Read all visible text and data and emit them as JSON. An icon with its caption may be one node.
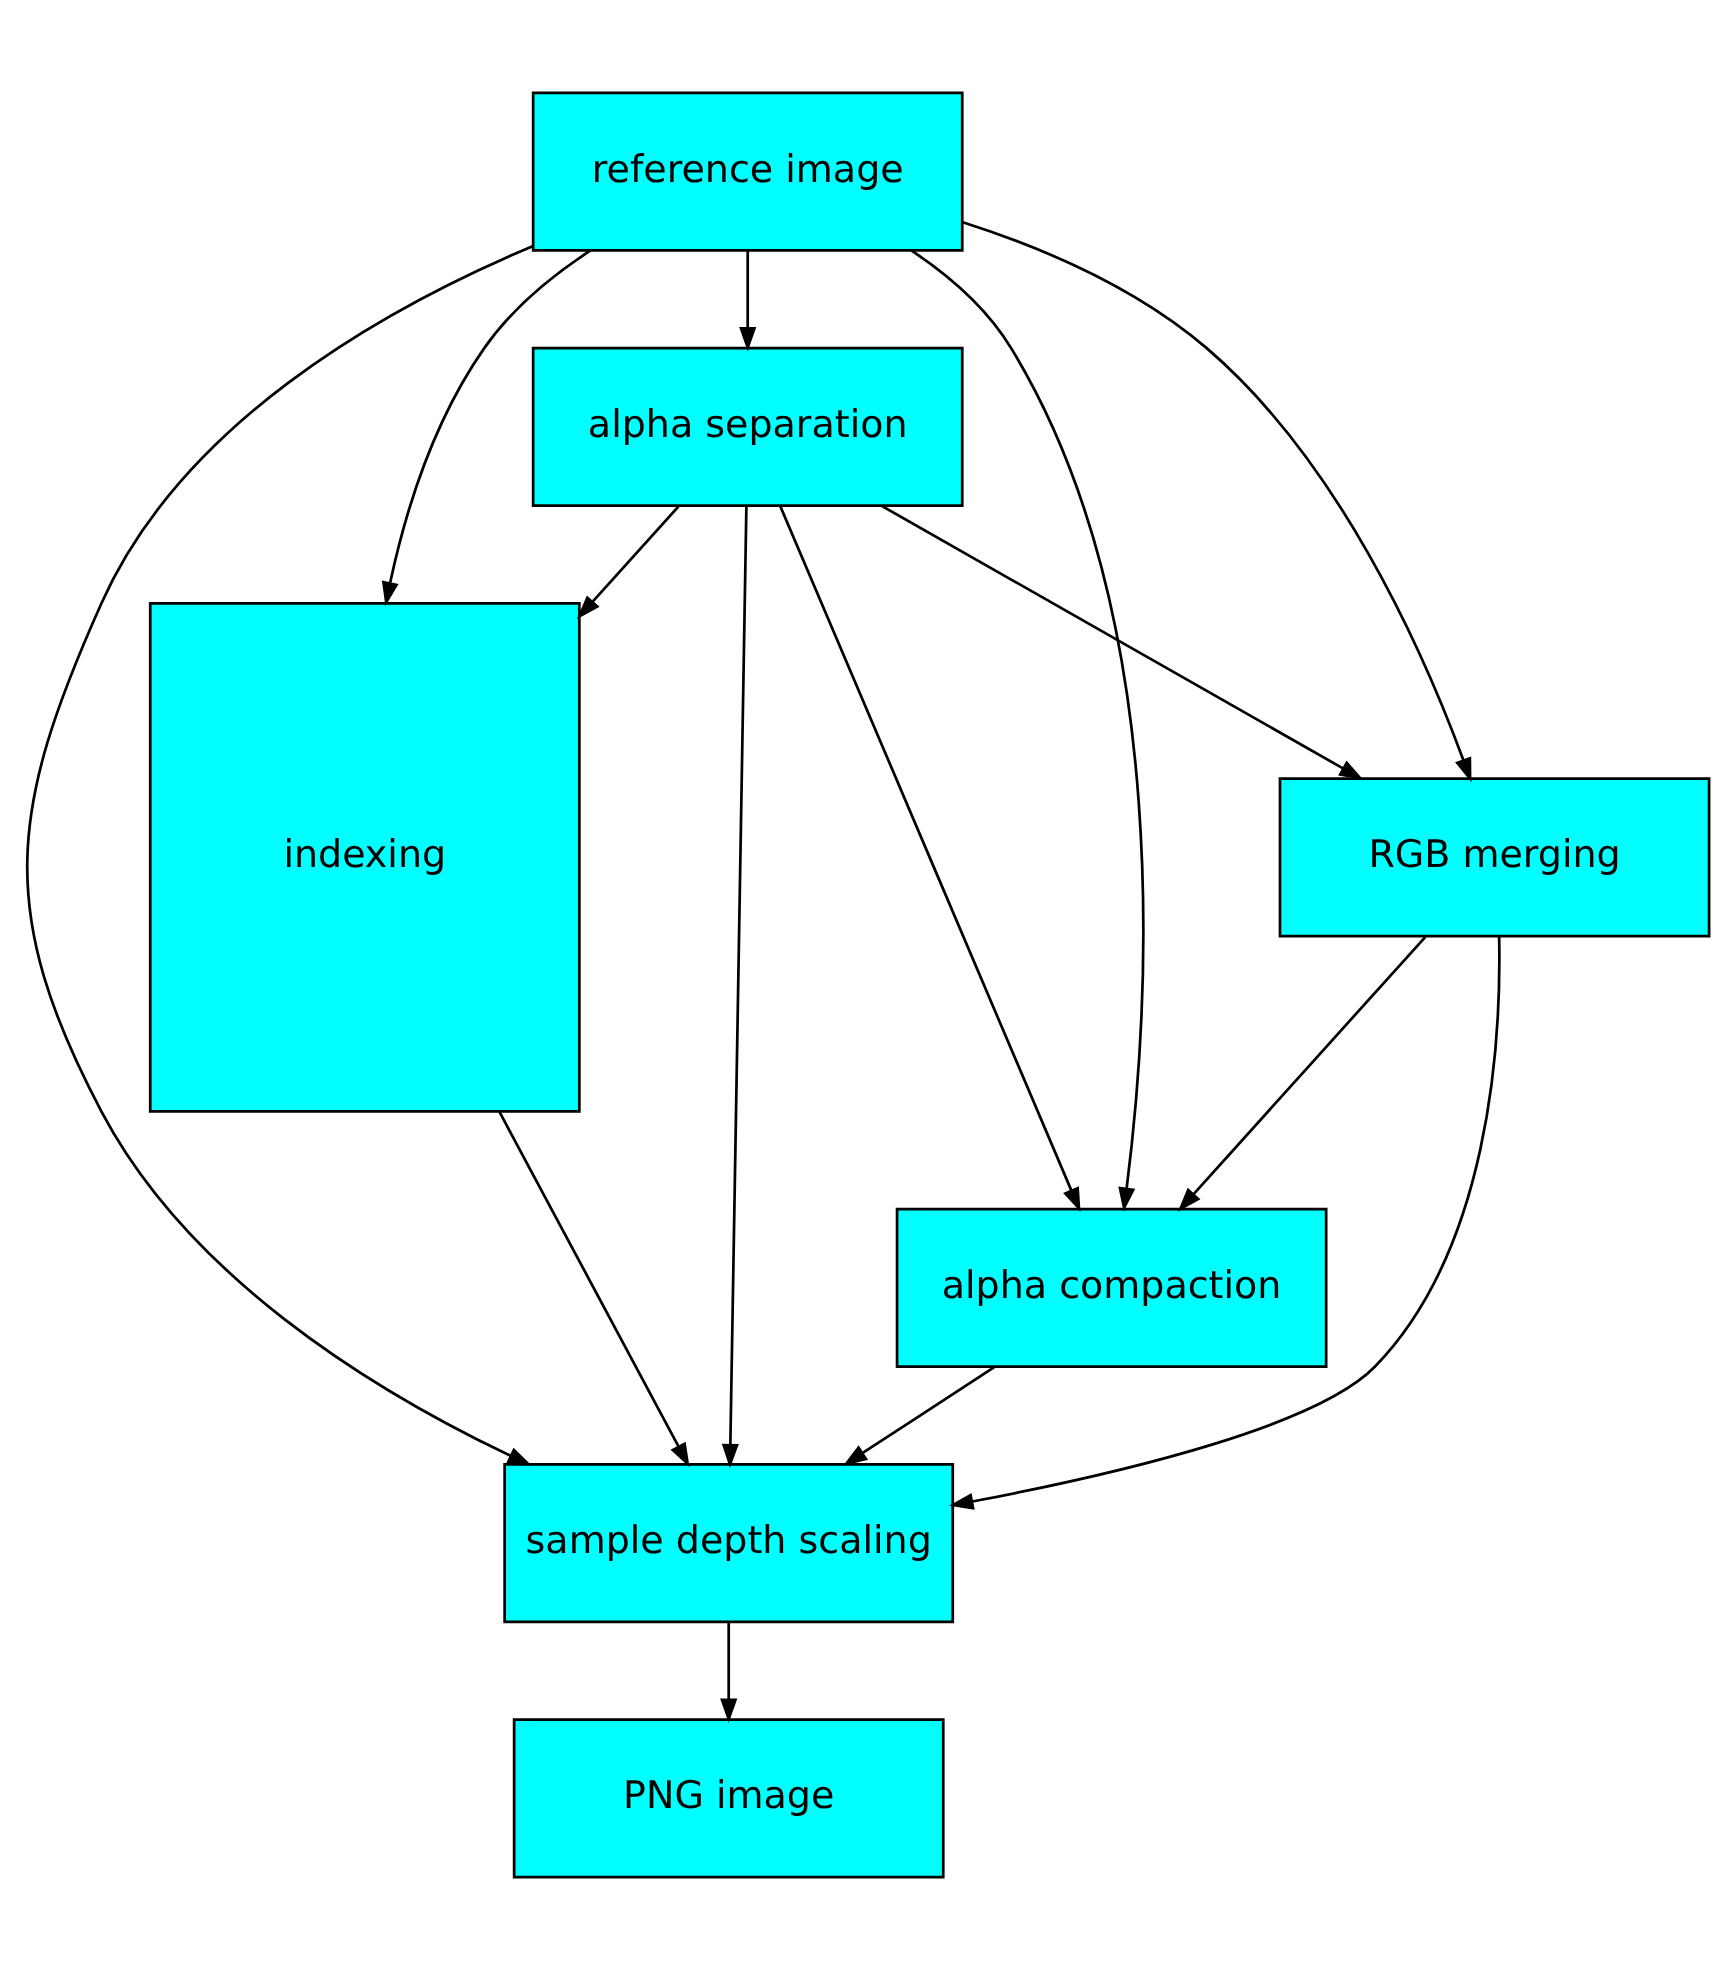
{
  "diagram": {
    "nodes": [
      {
        "text": [
          "reference image"
        ]
      },
      {
        "text": [
          "alpha separation"
        ]
      },
      {
        "text": [
          "indexing"
        ]
      },
      {
        "text": [
          "RGB merging"
        ]
      },
      {
        "text": [
          "alpha compaction"
        ]
      },
      {
        "text": [
          "sample depth scaling"
        ]
      },
      {
        "text": [
          "PNG image"
        ]
      }
    ],
    "edges": [
      {
        "from": 0,
        "to": 1,
        "arrow": "to"
      },
      {
        "from": 0,
        "to": 2,
        "arrow": "to"
      },
      {
        "from": 0,
        "to": 3,
        "arrow": "to"
      },
      {
        "from": 0,
        "to": 4,
        "arrow": "to"
      },
      {
        "from": 0,
        "to": 5,
        "arrow": "to"
      },
      {
        "from": 1,
        "to": 2,
        "arrow": "to"
      },
      {
        "from": 1,
        "to": 3,
        "arrow": "to"
      },
      {
        "from": 1,
        "to": 4,
        "arrow": "to"
      },
      {
        "from": 1,
        "to": 5,
        "arrow": "to"
      },
      {
        "from": 3,
        "to": 4,
        "arrow": "to"
      },
      {
        "from": 3,
        "to": 5,
        "arrow": "to"
      },
      {
        "from": 4,
        "to": 5,
        "arrow": "to"
      },
      {
        "from": 2,
        "to": 5,
        "arrow": "to"
      },
      {
        "from": 5,
        "to": 6,
        "arrow": "to"
      }
    ]
  }
}
